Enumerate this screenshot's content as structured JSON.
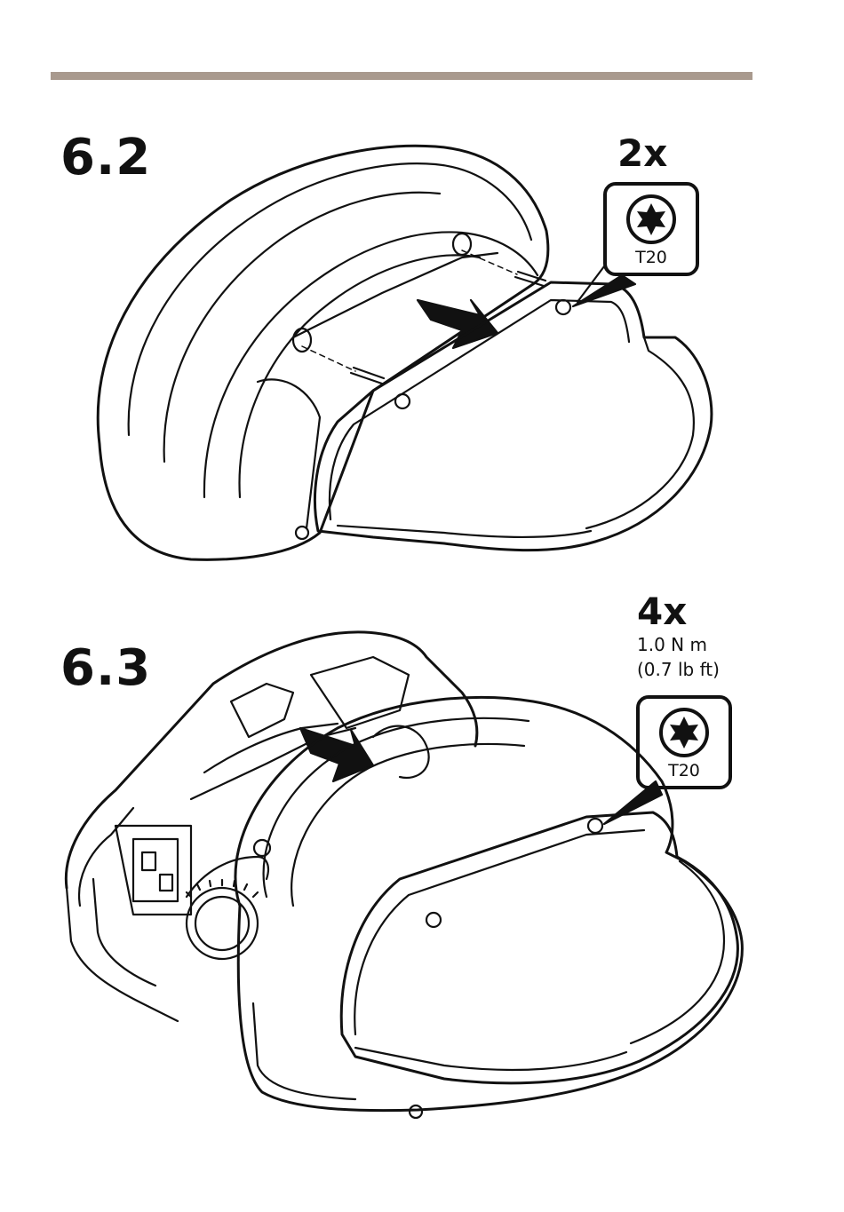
{
  "steps": [
    {
      "number": "6.2",
      "quantity": "2x",
      "tool": "T20",
      "tool_icon": "torx-bit-icon"
    },
    {
      "number": "6.3",
      "quantity": "4x",
      "torque_nm": "1.0 N m",
      "torque_lbft": "(0.7 lb ft)",
      "tool": "T20",
      "tool_icon": "torx-bit-icon"
    }
  ],
  "colors": {
    "rule": "#a99a8e",
    "ink": "#111111"
  }
}
